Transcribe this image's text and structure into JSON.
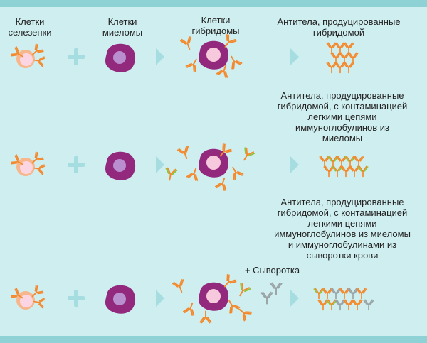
{
  "labels": {
    "spleen_cells": [
      "Клетки",
      "селезенки"
    ],
    "myeloma_cells": [
      "Клетки",
      "миеломы"
    ],
    "hybridoma_cells": [
      "Клетки",
      "гибридомы"
    ],
    "result_1": [
      "Антитела, продуцированные",
      "гибридомой"
    ],
    "result_2": [
      "Антитела, продуцированные",
      "гибридомой, с контаминацией",
      "легкими цепями",
      "иммуноглобулинов из",
      "миеломы"
    ],
    "result_3": [
      "Антитела, продуцированные",
      "гибридомой, с контаминацией",
      "легкими цепями",
      "иммуноглобулинов из миеломы",
      "и иммуноглобулинами из",
      "сыворотки крови"
    ],
    "serum": "+ Сыворотка"
  },
  "colors": {
    "background": "#cfeef0",
    "bar": "#8ed2d6",
    "spleen_outer": "#f7b68c",
    "spleen_inner": "#fbd6e2",
    "myeloma_outer": "#93297d",
    "myeloma_inner": "#b98fd0",
    "hybridoma_inner": "#f7c9dc",
    "antibody_orange": "#f4892c",
    "antibody_green": "#8cc63f",
    "antibody_gray": "#9aa3a5",
    "plus": "#a5dde1",
    "arrow": "#a5dde1"
  }
}
